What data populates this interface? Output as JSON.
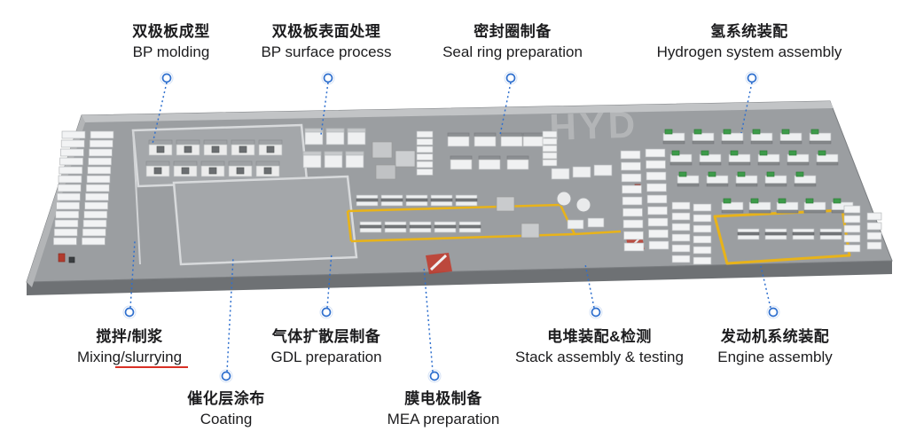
{
  "watermark": {
    "text": "HYD"
  },
  "leader_color": "#2e6fce",
  "conveyor_color": "#e8b31a",
  "floor_color": "#9b9ea1",
  "accent_green": "#3d9b4a",
  "logo_red": "#c23a2b",
  "stations": [
    {
      "zh": "双极板成型",
      "en": "BP molding"
    },
    {
      "zh": "双极板表面处理",
      "en": "BP surface process"
    },
    {
      "zh": "密封圈制备",
      "en": "Seal ring preparation"
    },
    {
      "zh": "氢系统装配",
      "en": "Hydrogen system assembly"
    },
    {
      "zh": "搅拌/制浆",
      "en": "Mixing/slurrying"
    },
    {
      "zh": "气体扩散层制备",
      "en": "GDL preparation"
    },
    {
      "zh": "催化层涂布",
      "en": "Coating"
    },
    {
      "zh": "膜电极制备",
      "en": "MEA preparation"
    },
    {
      "zh": "电堆装配&检测",
      "en": "Stack assembly & testing"
    },
    {
      "zh": "发动机系统装配",
      "en": "Engine assembly"
    }
  ]
}
